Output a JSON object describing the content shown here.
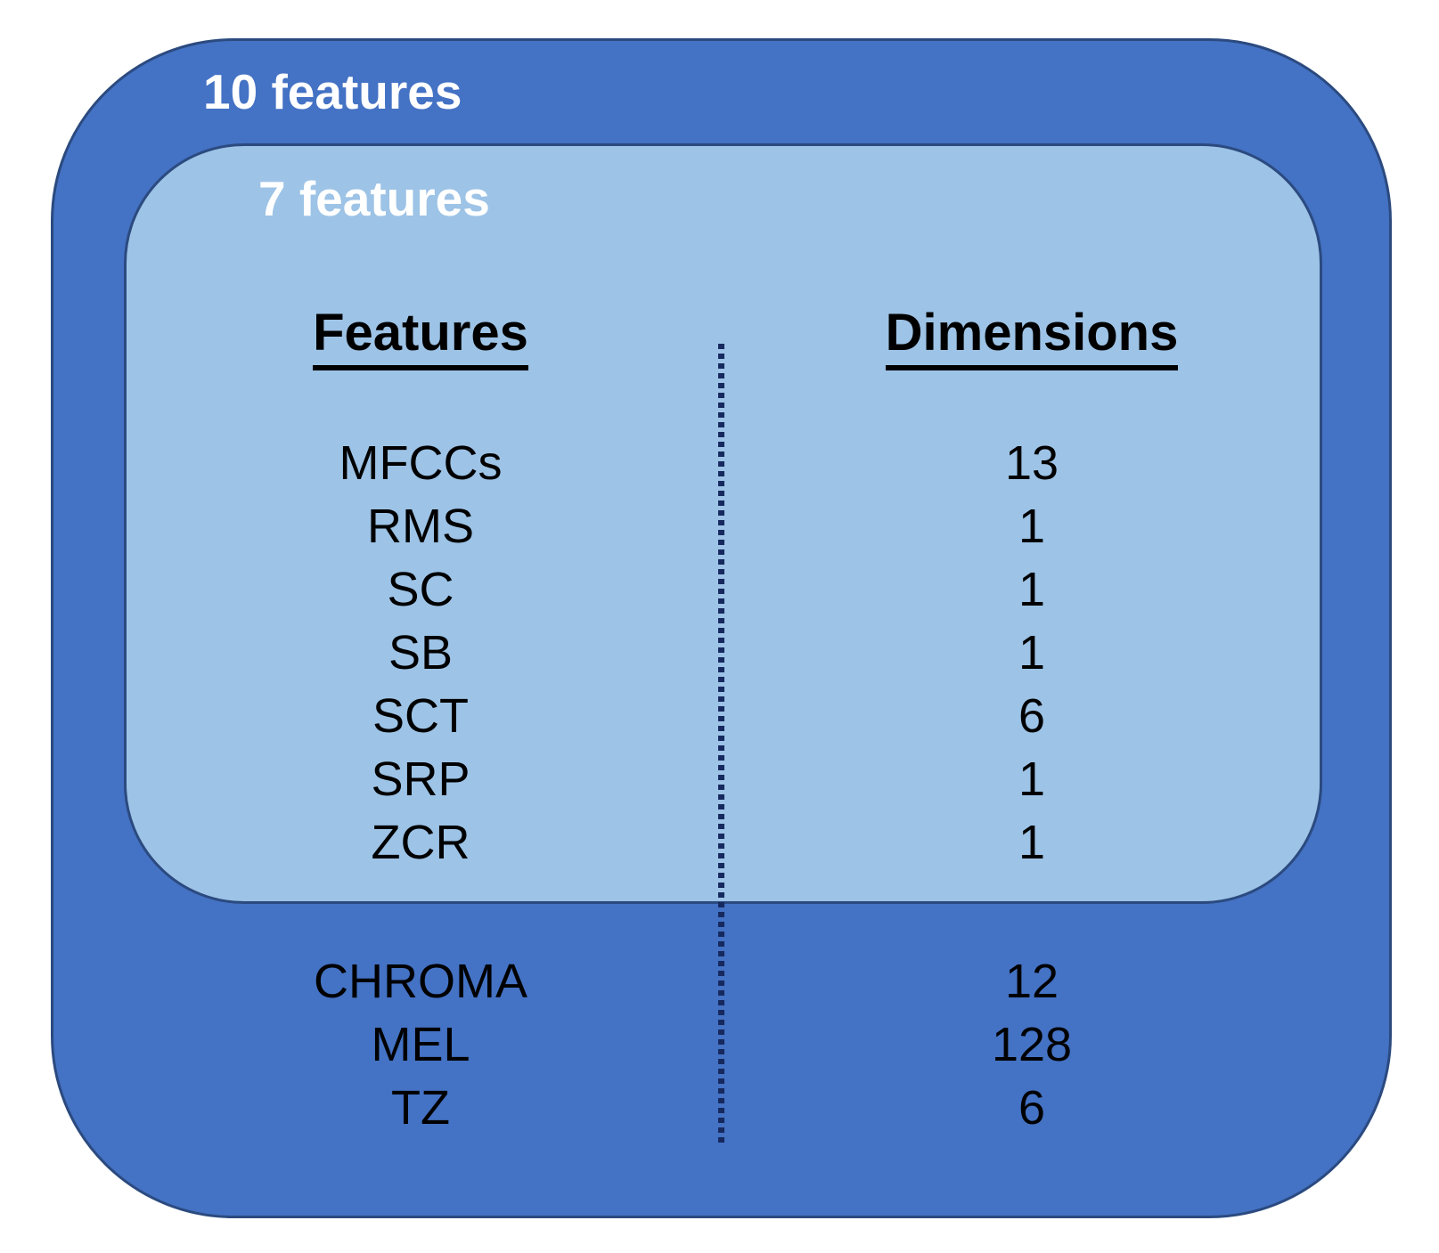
{
  "diagram": {
    "outer_set": {
      "label": "10 features"
    },
    "inner_set": {
      "label": "7 features"
    },
    "table": {
      "columns": {
        "features": "Features",
        "dimensions": "Dimensions"
      },
      "inner_rows": [
        {
          "feature": "MFCCs",
          "dimension": "13"
        },
        {
          "feature": "RMS",
          "dimension": "1"
        },
        {
          "feature": "SC",
          "dimension": "1"
        },
        {
          "feature": "SB",
          "dimension": "1"
        },
        {
          "feature": "SCT",
          "dimension": "6"
        },
        {
          "feature": "SRP",
          "dimension": "1"
        },
        {
          "feature": "ZCR",
          "dimension": "1"
        }
      ],
      "outer_rows": [
        {
          "feature": "CHROMA",
          "dimension": "12"
        },
        {
          "feature": "MEL",
          "dimension": "128"
        },
        {
          "feature": "TZ",
          "dimension": "6"
        }
      ]
    },
    "colors": {
      "outer_fill": "#4472C4",
      "inner_fill": "#9DC3E6",
      "border": "#2B4A7F",
      "dotted_divider": "#16295E",
      "set_label_text": "#FFFFFF",
      "table_text": "#000000"
    }
  }
}
